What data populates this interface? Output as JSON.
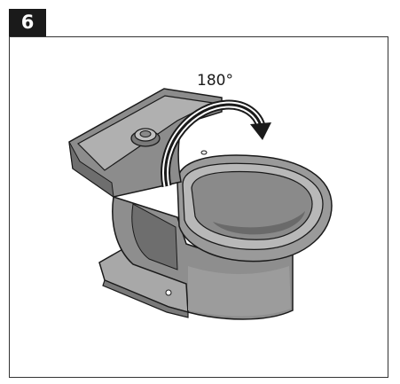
{
  "step": {
    "number": "6"
  },
  "annotation": {
    "rotation_label": "180°"
  },
  "colors": {
    "badge_bg": "#1a1a1a",
    "badge_text": "#ffffff",
    "toilet_fill": "#9a9a9a",
    "toilet_light": "#b8b8b8",
    "toilet_dark": "#6e6e6e",
    "outline": "#1a1a1a"
  },
  "illustration": {
    "subject": "toilet-bowl",
    "instruction_icons": [
      "rotate-arrow-icon"
    ]
  }
}
